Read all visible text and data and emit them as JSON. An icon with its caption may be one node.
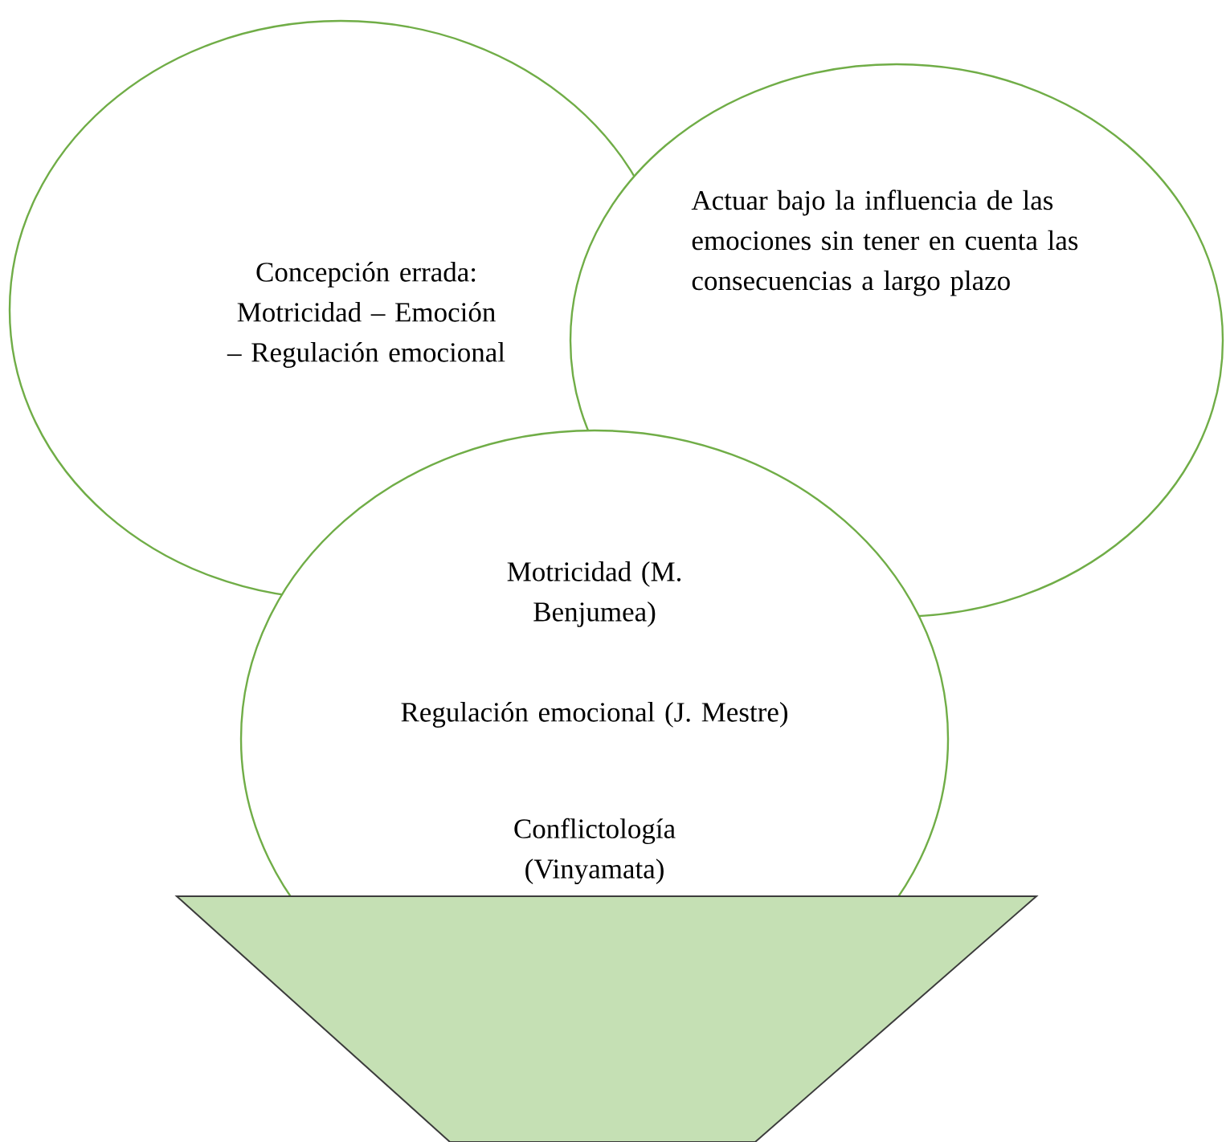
{
  "diagram": {
    "nodes": [
      {
        "text": [
          "Concepción errada: Motricidad – Emoción – Regulación emocional"
        ]
      },
      {
        "text": [
          "Actuar bajo la influencia de las emociones sin tener en cuenta las consecuencias a largo plazo"
        ]
      },
      {
        "text": [
          "Motricidad (M. Benjumea)",
          "Regulación emocional (J. Mestre)",
          "Conflictología (Vinyamata)"
        ]
      },
      {
        "text": [],
        "shape": "trapezoid"
      }
    ]
  }
}
